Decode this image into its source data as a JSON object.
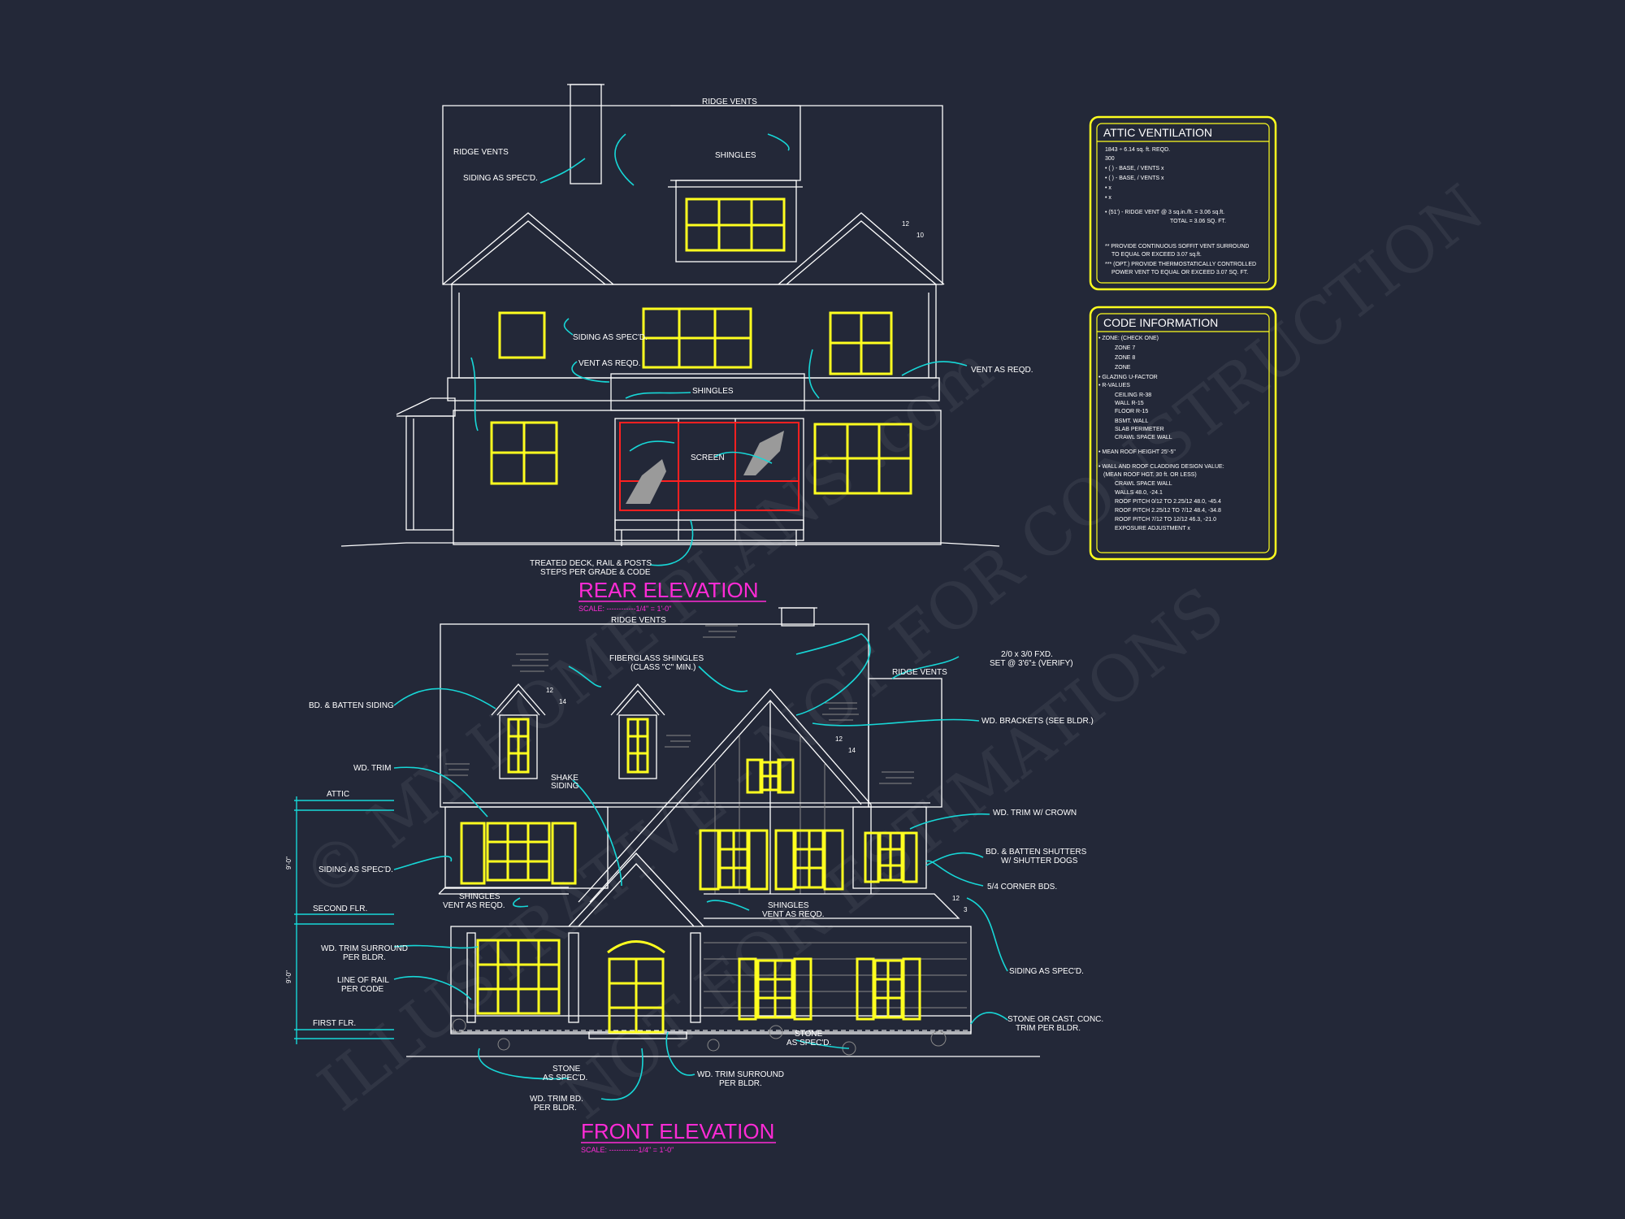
{
  "rear": {
    "title": "REAR ELEVATION",
    "scale": "SCALE: ------------1/4\" = 1'-0\"",
    "notes": {
      "ridge_vents_top": "RIDGE VENTS",
      "ridge_vents_left": "RIDGE VENTS",
      "siding_top": "SIDING AS SPEC'D.",
      "shingles_top": "SHINGLES",
      "pitch_a": "12",
      "pitch_b": "10",
      "siding_mid": "SIDING AS SPEC'D.",
      "vent_mid": "VENT AS REQD.",
      "vent_right": "VENT AS REQD.",
      "shingles_mid": "SHINGLES",
      "screen": "SCREEN",
      "deck_1": "TREATED DECK, RAIL & POSTS",
      "deck_2": "STEPS PER GRADE & CODE"
    }
  },
  "front": {
    "title": "FRONT ELEVATION",
    "scale": "SCALE: ------------1/4\" = 1'-0\"",
    "notes": {
      "ridge_vents_top": "RIDGE VENTS",
      "fiberglass_1": "FIBERGLASS SHINGLES",
      "fiberglass_2": "(CLASS \"C\" MIN.)",
      "fxd_1": "2/0 x 3/0 FXD.",
      "fxd_2": "SET @ 3'6\"± (VERIFY)",
      "ridge_vents_right": "RIDGE VENTS",
      "bd_batten": "BD. & BATTEN SIDING",
      "pitch_a": "12",
      "pitch_b": "14",
      "pitch_c": "12",
      "pitch_d": "14",
      "wd_brackets": "WD. BRACKETS (SEE BLDR.)",
      "wd_trim": "WD. TRIM",
      "shake_1": "SHAKE",
      "shake_2": "SIDING",
      "attic": "ATTIC",
      "trim_crown": "WD. TRIM W/ CROWN",
      "dim_upper": "9'-0\"",
      "siding_left": "SIDING AS SPEC'D.",
      "shutters_1": "BD. & BATTEN SHUTTERS",
      "shutters_2": "W/ SHUTTER DOGS",
      "corner_bds": "5/4 CORNER BDS.",
      "shingles_left": "SHINGLES",
      "vent_left": "VENT AS REQD.",
      "shingles_mid": "SHINGLES",
      "vent_mid": "VENT AS REQD.",
      "pitch_e": "12",
      "pitch_f": "3",
      "second_flr": "SECOND FLR.",
      "trim_surround_1": "WD. TRIM SURROUND",
      "trim_surround_2": "PER BLDR.",
      "siding_right": "SIDING AS SPEC'D.",
      "rail_1": "LINE OF RAIL",
      "rail_2": "PER CODE",
      "dim_lower": "9'-0\"",
      "first_flr": "FIRST FLR.",
      "stone_cast_1": "STONE OR CAST. CONC.",
      "stone_cast_2": "TRIM PER BLDR.",
      "stone_mid_1": "STONE",
      "stone_mid_2": "AS SPEC'D.",
      "stone_low_1": "STONE",
      "stone_low_2": "AS SPEC'D.",
      "trim_surround_low_1": "WD. TRIM SURROUND",
      "trim_surround_low_2": "PER BLDR.",
      "trim_bd_1": "WD. TRIM BD.",
      "trim_bd_2": "PER BLDR."
    }
  },
  "attic_ventilation": {
    "title": "ATTIC VENTILATION",
    "lines": [
      "1843 ÷ 6.14 sq. ft. REQD.",
      "300",
      "• (   ) -          BASE,     /     VENTS   x",
      "• (   ) -          BASE,     /     VENTS   x",
      "•                                              x",
      "•                                              x",
      "• (51') - RIDGE VENT @ 3 sq.in./ft. = 3.06 sq.ft.",
      "TOTAL        = 3.06 SQ. FT.",
      "** PROVIDE CONTINUOUS SOFFIT VENT SURROUND",
      "TO EQUAL OR EXCEED  3.07 sq.ft.",
      "*** (OPT.) PROVIDE THERMOSTATICALLY CONTROLLED",
      "POWER VENT TO EQUAL OR EXCEED  3.07 SQ. FT."
    ]
  },
  "code_information": {
    "title": "CODE INFORMATION",
    "lines": [
      "• ZONE: (CHECK ONE)",
      "ZONE 7",
      "ZONE 8",
      "ZONE",
      "• GLAZING U-FACTOR",
      "• R-VALUES",
      "CEILING              R-38",
      "WALL                 R-15",
      "FLOOR                R-15",
      "BSMT. WALL",
      "SLAB PERIMETER",
      "CRAWL SPACE WALL",
      "• MEAN ROOF HEIGHT   25'-5\"",
      "• WALL AND ROOF CLADDING DESIGN VALUE:",
      "(MEAN ROOF HGT. 30 ft. OR LESS)",
      "CRAWL SPACE WALL",
      "WALLS                       48.0, -24.1",
      "ROOF PITCH 0/12 TO 2.25/12   48.0, -45.4",
      "ROOF PITCH 2.25/12 TO 7/12   48.4, -34.8",
      "ROOF PITCH 7/12 TO 12/12     46.3, -21.0",
      "EXPOSURE ADJUSTMENT          x"
    ]
  },
  "watermark": {
    "line_1": "© MY HOME PLANS .com",
    "line_2": "ILLUSTRATIVE - NOT FOR CONSTRUCTION",
    "line_3": "NOT FOR ESTIMATIONS"
  }
}
